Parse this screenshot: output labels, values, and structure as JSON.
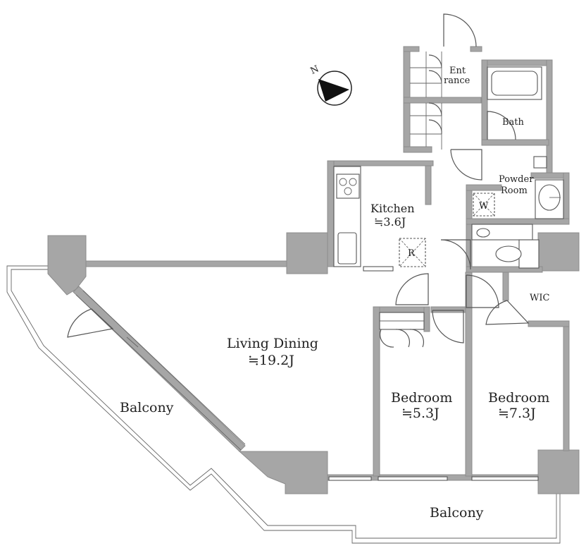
{
  "rooms": {
    "entrance": {
      "line1": "Ent",
      "line2": "rance"
    },
    "bath": {
      "name": "Bath"
    },
    "powder_room": {
      "line1": "Powder",
      "line2": "Room"
    },
    "kitchen": {
      "name": "Kitchen",
      "area": "≒3.6J"
    },
    "living_dining": {
      "name": "Living Dining",
      "area": "≒19.2J"
    },
    "bedroom_1": {
      "name": "Bedroom",
      "area": "≒5.3J"
    },
    "bedroom_2": {
      "name": "Bedroom",
      "area": "≒7.3J"
    },
    "wic": {
      "name": "WIC"
    },
    "balcony_west": {
      "name": "Balcony"
    },
    "balcony_south": {
      "name": "Balcony"
    }
  },
  "symbols": {
    "refrigerator": "R",
    "washer": "W",
    "compass_north": "N"
  }
}
